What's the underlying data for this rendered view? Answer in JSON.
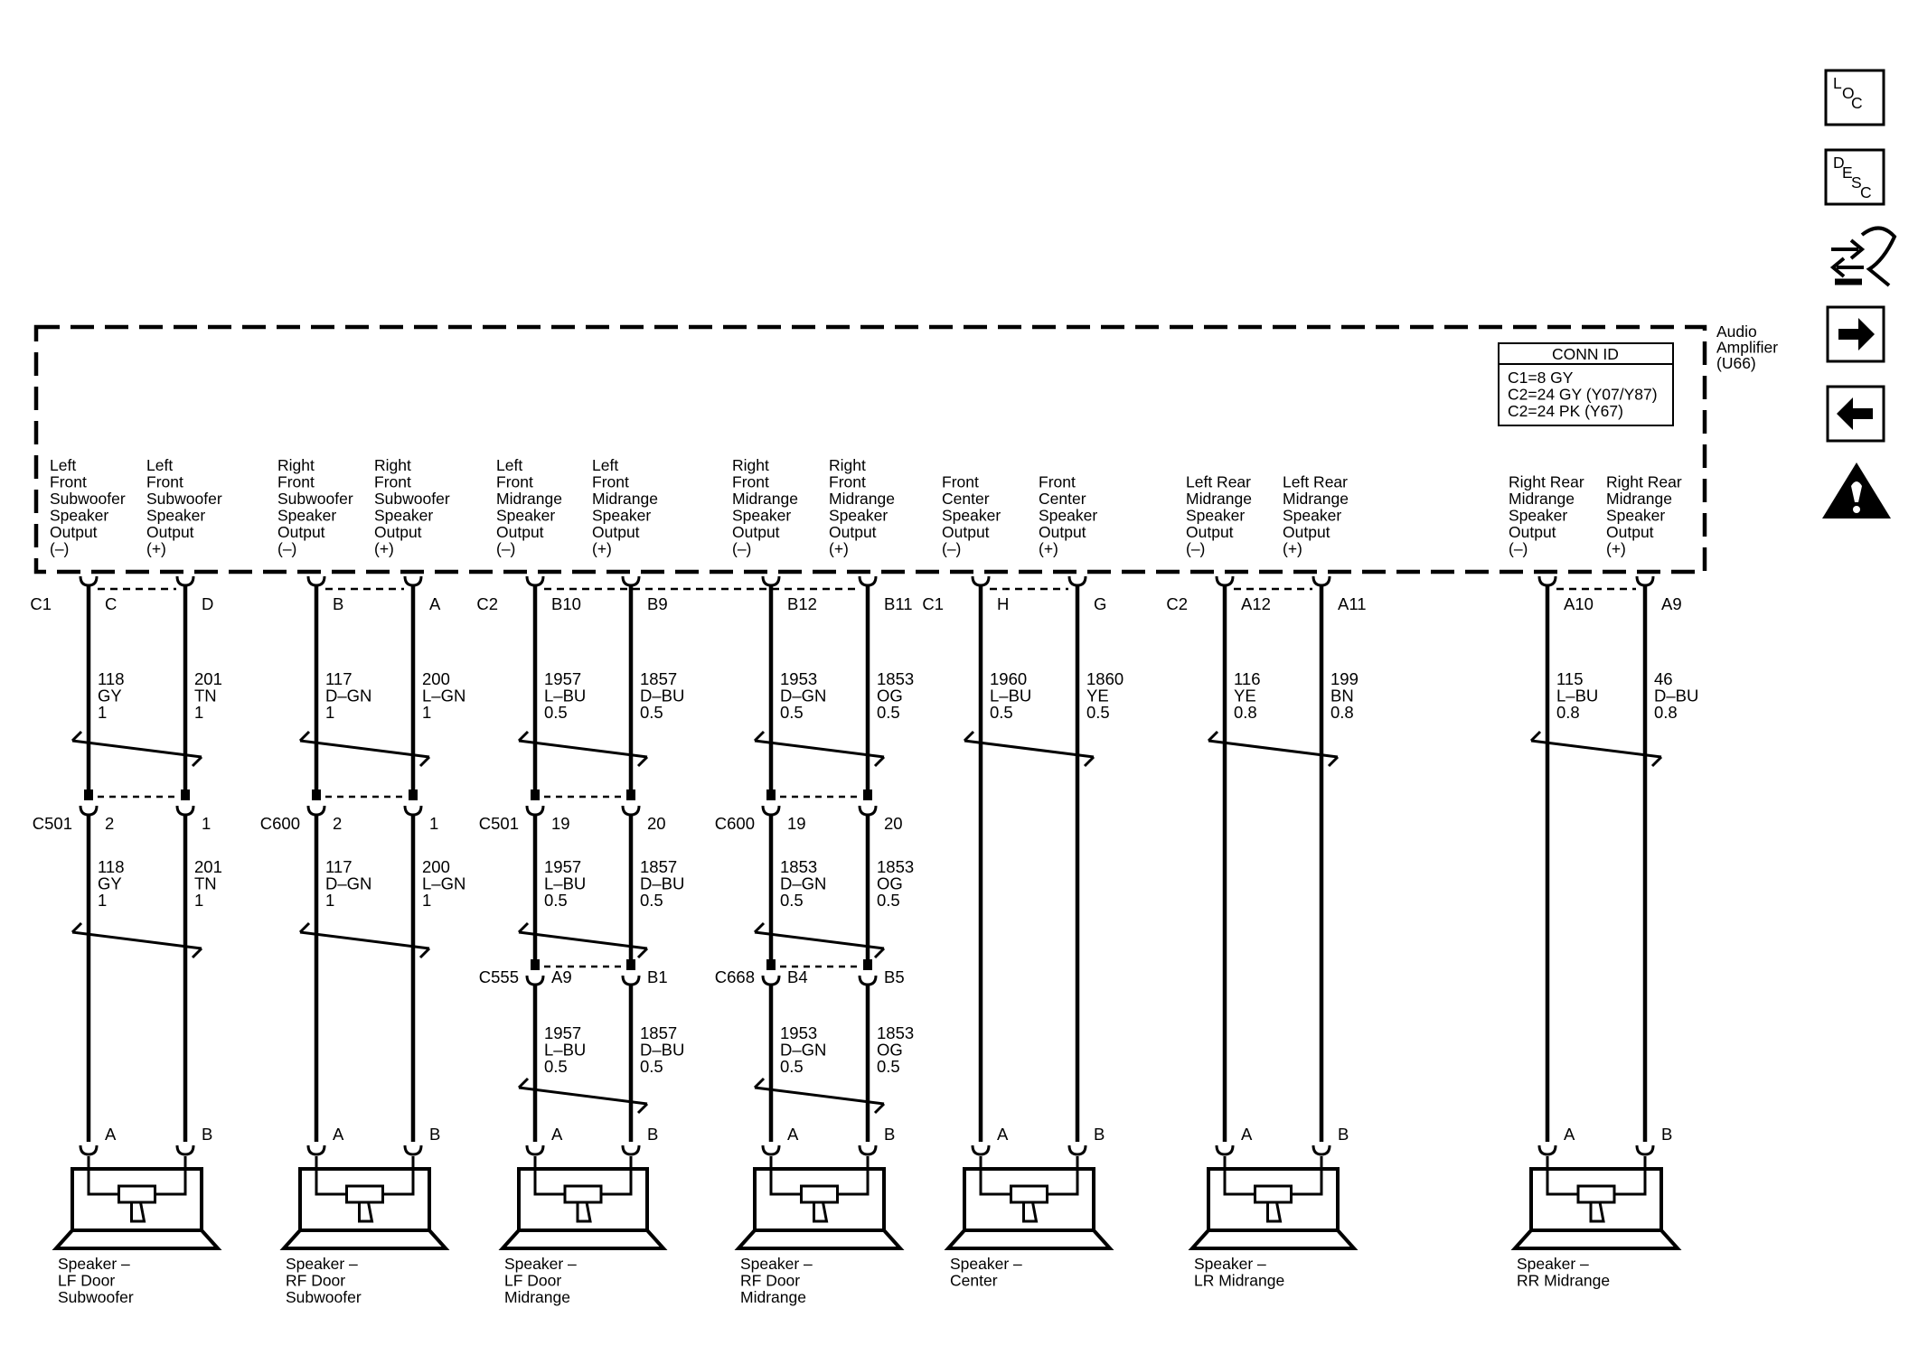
{
  "module": {
    "title_lines": [
      "Audio",
      "Amplifier",
      "(U66)"
    ],
    "conn_id_title": "CONN ID",
    "conn_id_rows": [
      "C1=8 GY",
      "C2=24 GY (Y07/Y87)",
      "C2=24 PK (Y67)"
    ]
  },
  "side_icons": [
    {
      "name": "loc-icon",
      "chars": [
        "L",
        "O",
        "C"
      ]
    },
    {
      "name": "desc-icon",
      "chars": [
        "D",
        "E",
        "S",
        "C"
      ]
    },
    {
      "name": "schematic-icon"
    },
    {
      "name": "next-arrow-icon"
    },
    {
      "name": "previous-arrow-icon"
    },
    {
      "name": "caution-icon"
    }
  ],
  "terminal_labels": [
    [
      "Left",
      "Front",
      "Subwoofer",
      "Speaker",
      "Output",
      "(–)"
    ],
    [
      "Left",
      "Front",
      "Subwoofer",
      "Speaker",
      "Output",
      "(+)"
    ],
    [
      "Right",
      "Front",
      "Subwoofer",
      "Speaker",
      "Output",
      "(–)"
    ],
    [
      "Right",
      "Front",
      "Subwoofer",
      "Speaker",
      "Output",
      "(+)"
    ],
    [
      "Left",
      "Front",
      "Midrange",
      "Speaker",
      "Output",
      "(–)"
    ],
    [
      "Left",
      "Front",
      "Midrange",
      "Speaker",
      "Output",
      "(+)"
    ],
    [
      "Right",
      "Front",
      "Midrange",
      "Speaker",
      "Output",
      "(–)"
    ],
    [
      "Right",
      "Front",
      "Midrange",
      "Speaker",
      "Output",
      "(+)"
    ],
    [
      "Front",
      "Center",
      "Speaker",
      "Output",
      "(–)"
    ],
    [
      "Front",
      "Center",
      "Speaker",
      "Output",
      "(+)"
    ],
    [
      "Left Rear",
      "Midrange",
      "Speaker",
      "Output",
      "(–)"
    ],
    [
      "Left Rear",
      "Midrange",
      "Speaker",
      "Output",
      "(+)"
    ],
    [
      "Right Rear",
      "Midrange",
      "Speaker",
      "Output",
      "(–)"
    ],
    [
      "Right Rear",
      "Midrange",
      "Speaker",
      "Output",
      "(+)"
    ]
  ],
  "connector_names": {
    "amp": [
      "C1",
      "C2",
      "C1",
      "C2"
    ],
    "inline1": [
      "C501",
      "C600",
      "C501",
      "C600"
    ],
    "inline2": [
      "C555",
      "C668"
    ]
  },
  "amp_pins": [
    "C",
    "D",
    "B",
    "A",
    "B10",
    "B9",
    "B12",
    "B11",
    "H",
    "G",
    "A12",
    "A11",
    "A10",
    "A9"
  ],
  "wire_seg1": [
    [
      "118",
      "GY",
      "1"
    ],
    [
      "201",
      "TN",
      "1"
    ],
    [
      "117",
      "D–GN",
      "1"
    ],
    [
      "200",
      "L–GN",
      "1"
    ],
    [
      "1957",
      "L–BU",
      "0.5"
    ],
    [
      "1857",
      "D–BU",
      "0.5"
    ],
    [
      "1953",
      "D–GN",
      "0.5"
    ],
    [
      "1853",
      "OG",
      "0.5"
    ],
    [
      "1960",
      "L–BU",
      "0.5"
    ],
    [
      "1860",
      "YE",
      "0.5"
    ],
    [
      "116",
      "YE",
      "0.8"
    ],
    [
      "199",
      "BN",
      "0.8"
    ],
    [
      "115",
      "L–BU",
      "0.8"
    ],
    [
      "46",
      "D–BU",
      "0.8"
    ]
  ],
  "inline1_pins": [
    "2",
    "1",
    "2",
    "1",
    "19",
    "20",
    "19",
    "20"
  ],
  "wire_seg2": [
    [
      "118",
      "GY",
      "1"
    ],
    [
      "201",
      "TN",
      "1"
    ],
    [
      "117",
      "D–GN",
      "1"
    ],
    [
      "200",
      "L–GN",
      "1"
    ],
    [
      "1957",
      "L–BU",
      "0.5"
    ],
    [
      "1857",
      "D–BU",
      "0.5"
    ],
    [
      "1853",
      "D–GN",
      "0.5"
    ],
    [
      "1853",
      "OG",
      "0.5"
    ]
  ],
  "inline2_pins": [
    "A9",
    "B1",
    "B4",
    "B5"
  ],
  "wire_seg3": [
    [
      "1957",
      "L–BU",
      "0.5"
    ],
    [
      "1857",
      "D–BU",
      "0.5"
    ],
    [
      "1953",
      "D–GN",
      "0.5"
    ],
    [
      "1853",
      "OG",
      "0.5"
    ]
  ],
  "speaker_pins": [
    "A",
    "B"
  ],
  "speakers": [
    [
      "Speaker –",
      "LF Door",
      "Subwoofer"
    ],
    [
      "Speaker –",
      "RF Door",
      "Subwoofer"
    ],
    [
      "Speaker –",
      "LF Door",
      "Midrange"
    ],
    [
      "Speaker –",
      "RF Door",
      "Midrange"
    ],
    [
      "Speaker –",
      "Center"
    ],
    [
      "Speaker –",
      "LR Midrange"
    ],
    [
      "Speaker –",
      "RR Midrange"
    ]
  ]
}
